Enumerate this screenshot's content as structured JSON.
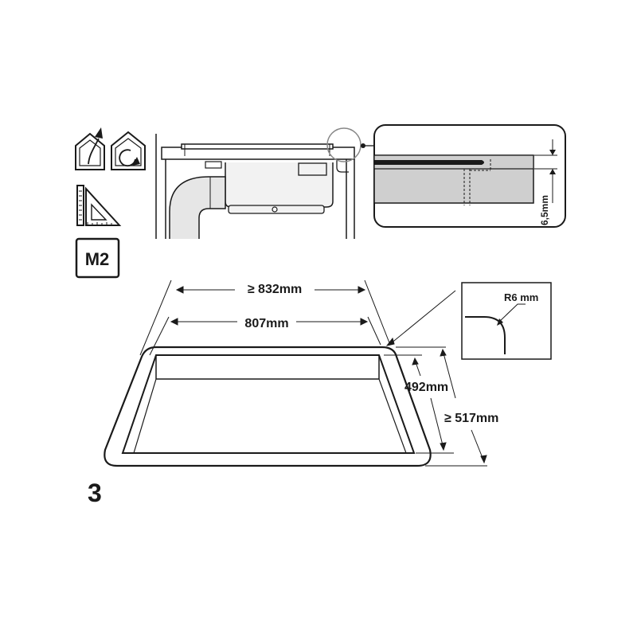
{
  "icons": {
    "install_icon": "house-arrow-up-icon",
    "rotate_icon": "house-rotate-icon",
    "measure_icon": "set-square-ruler-icon",
    "m2_badge": "M2"
  },
  "dimensions": {
    "outer_width": "≥ 832mm",
    "inner_width": "807mm",
    "inner_depth": "492mm",
    "outer_depth": "≥ 517mm",
    "corner_radius": "R6 mm",
    "rebate_depth": "6,5mm"
  },
  "step_number": "3",
  "colors": {
    "line": "#1a1a1a",
    "panel_fill": "#cfcfcf",
    "unit_fill": "#f2f2f2"
  }
}
